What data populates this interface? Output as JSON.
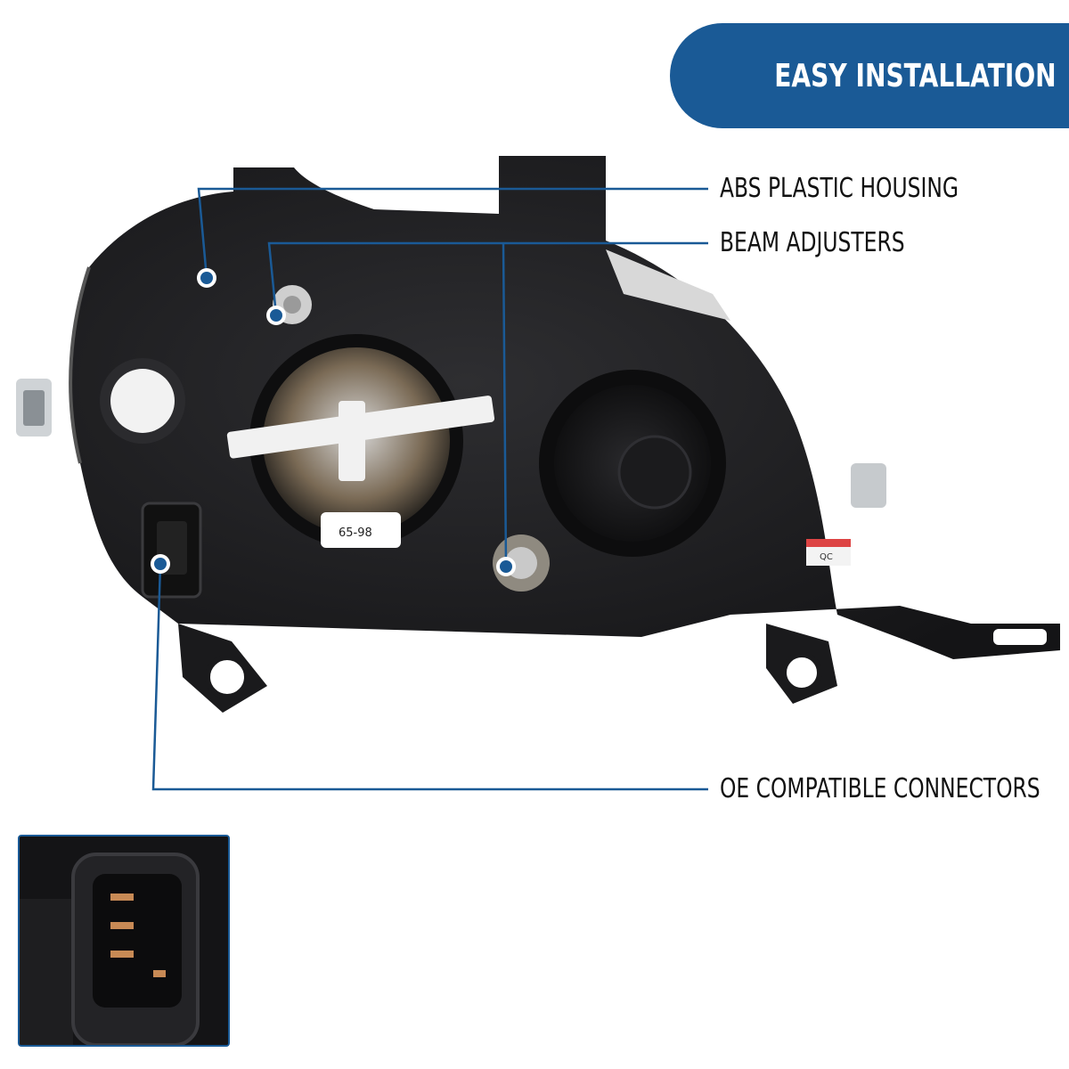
{
  "banner": {
    "title": "EASY INSTALLATION"
  },
  "callouts": [
    {
      "label": "ABS PLASTIC HOUSING"
    },
    {
      "label": "BEAM ADJUSTERS"
    },
    {
      "label": "OE COMPATIBLE CONNECTORS"
    }
  ],
  "colors": {
    "accent": "#1a5a96",
    "housing": "#1c1c1e",
    "text": "#111111"
  },
  "product_labels": {
    "bulb_sticker": "65-98",
    "qc_tag": "QC"
  }
}
